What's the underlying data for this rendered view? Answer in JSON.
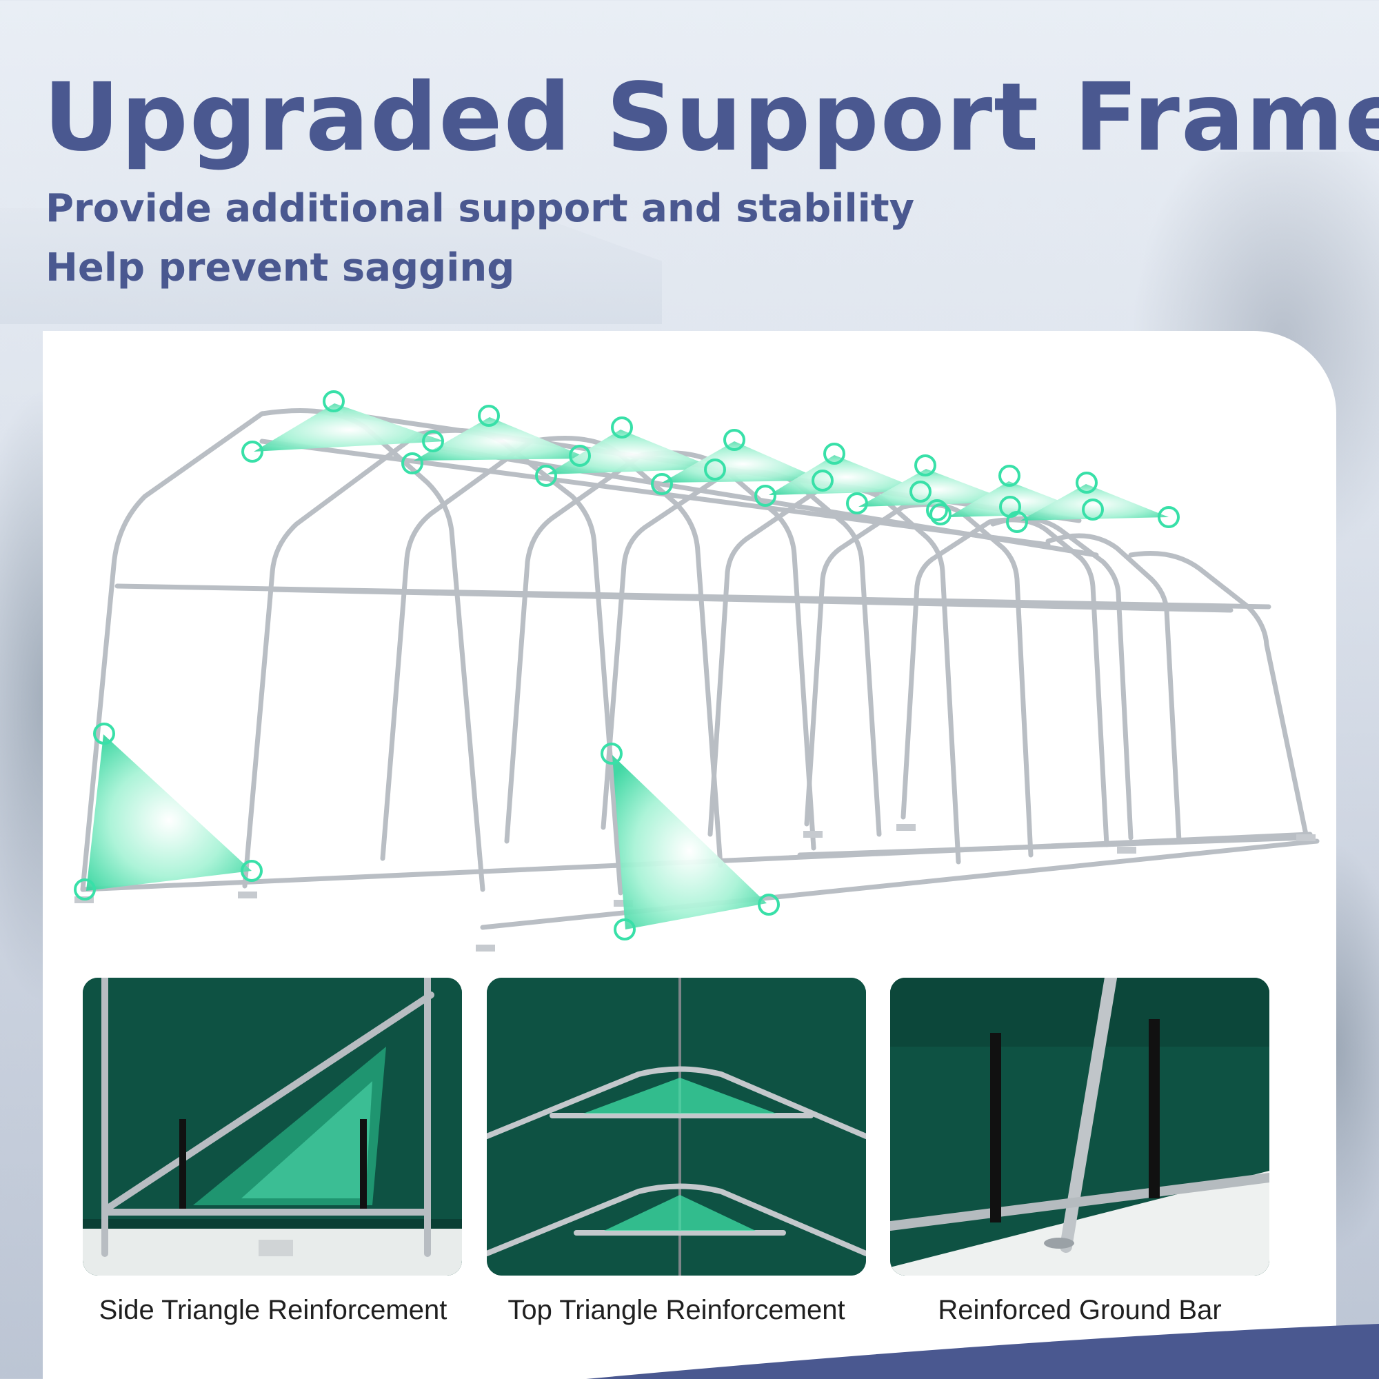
{
  "header": {
    "title": "Upgraded Support Frame",
    "subtitle_line1": "Provide additional support and stability",
    "subtitle_line2": "Help prevent sagging"
  },
  "colors": {
    "title": "#4a5890",
    "accent_green": "#38e0a8",
    "frame_steel": "#b9bec4",
    "tarp_green": "#0f5646"
  },
  "diagram": {
    "icon": "carport-frame-icon",
    "reinforcement_points": "green-circle-icon"
  },
  "cards": [
    {
      "caption": "Side Triangle Reinforcement",
      "icon": "side-triangle-photo"
    },
    {
      "caption": "Top Triangle Reinforcement",
      "icon": "top-triangle-photo"
    },
    {
      "caption": "Reinforced Ground Bar",
      "icon": "ground-bar-photo"
    }
  ]
}
